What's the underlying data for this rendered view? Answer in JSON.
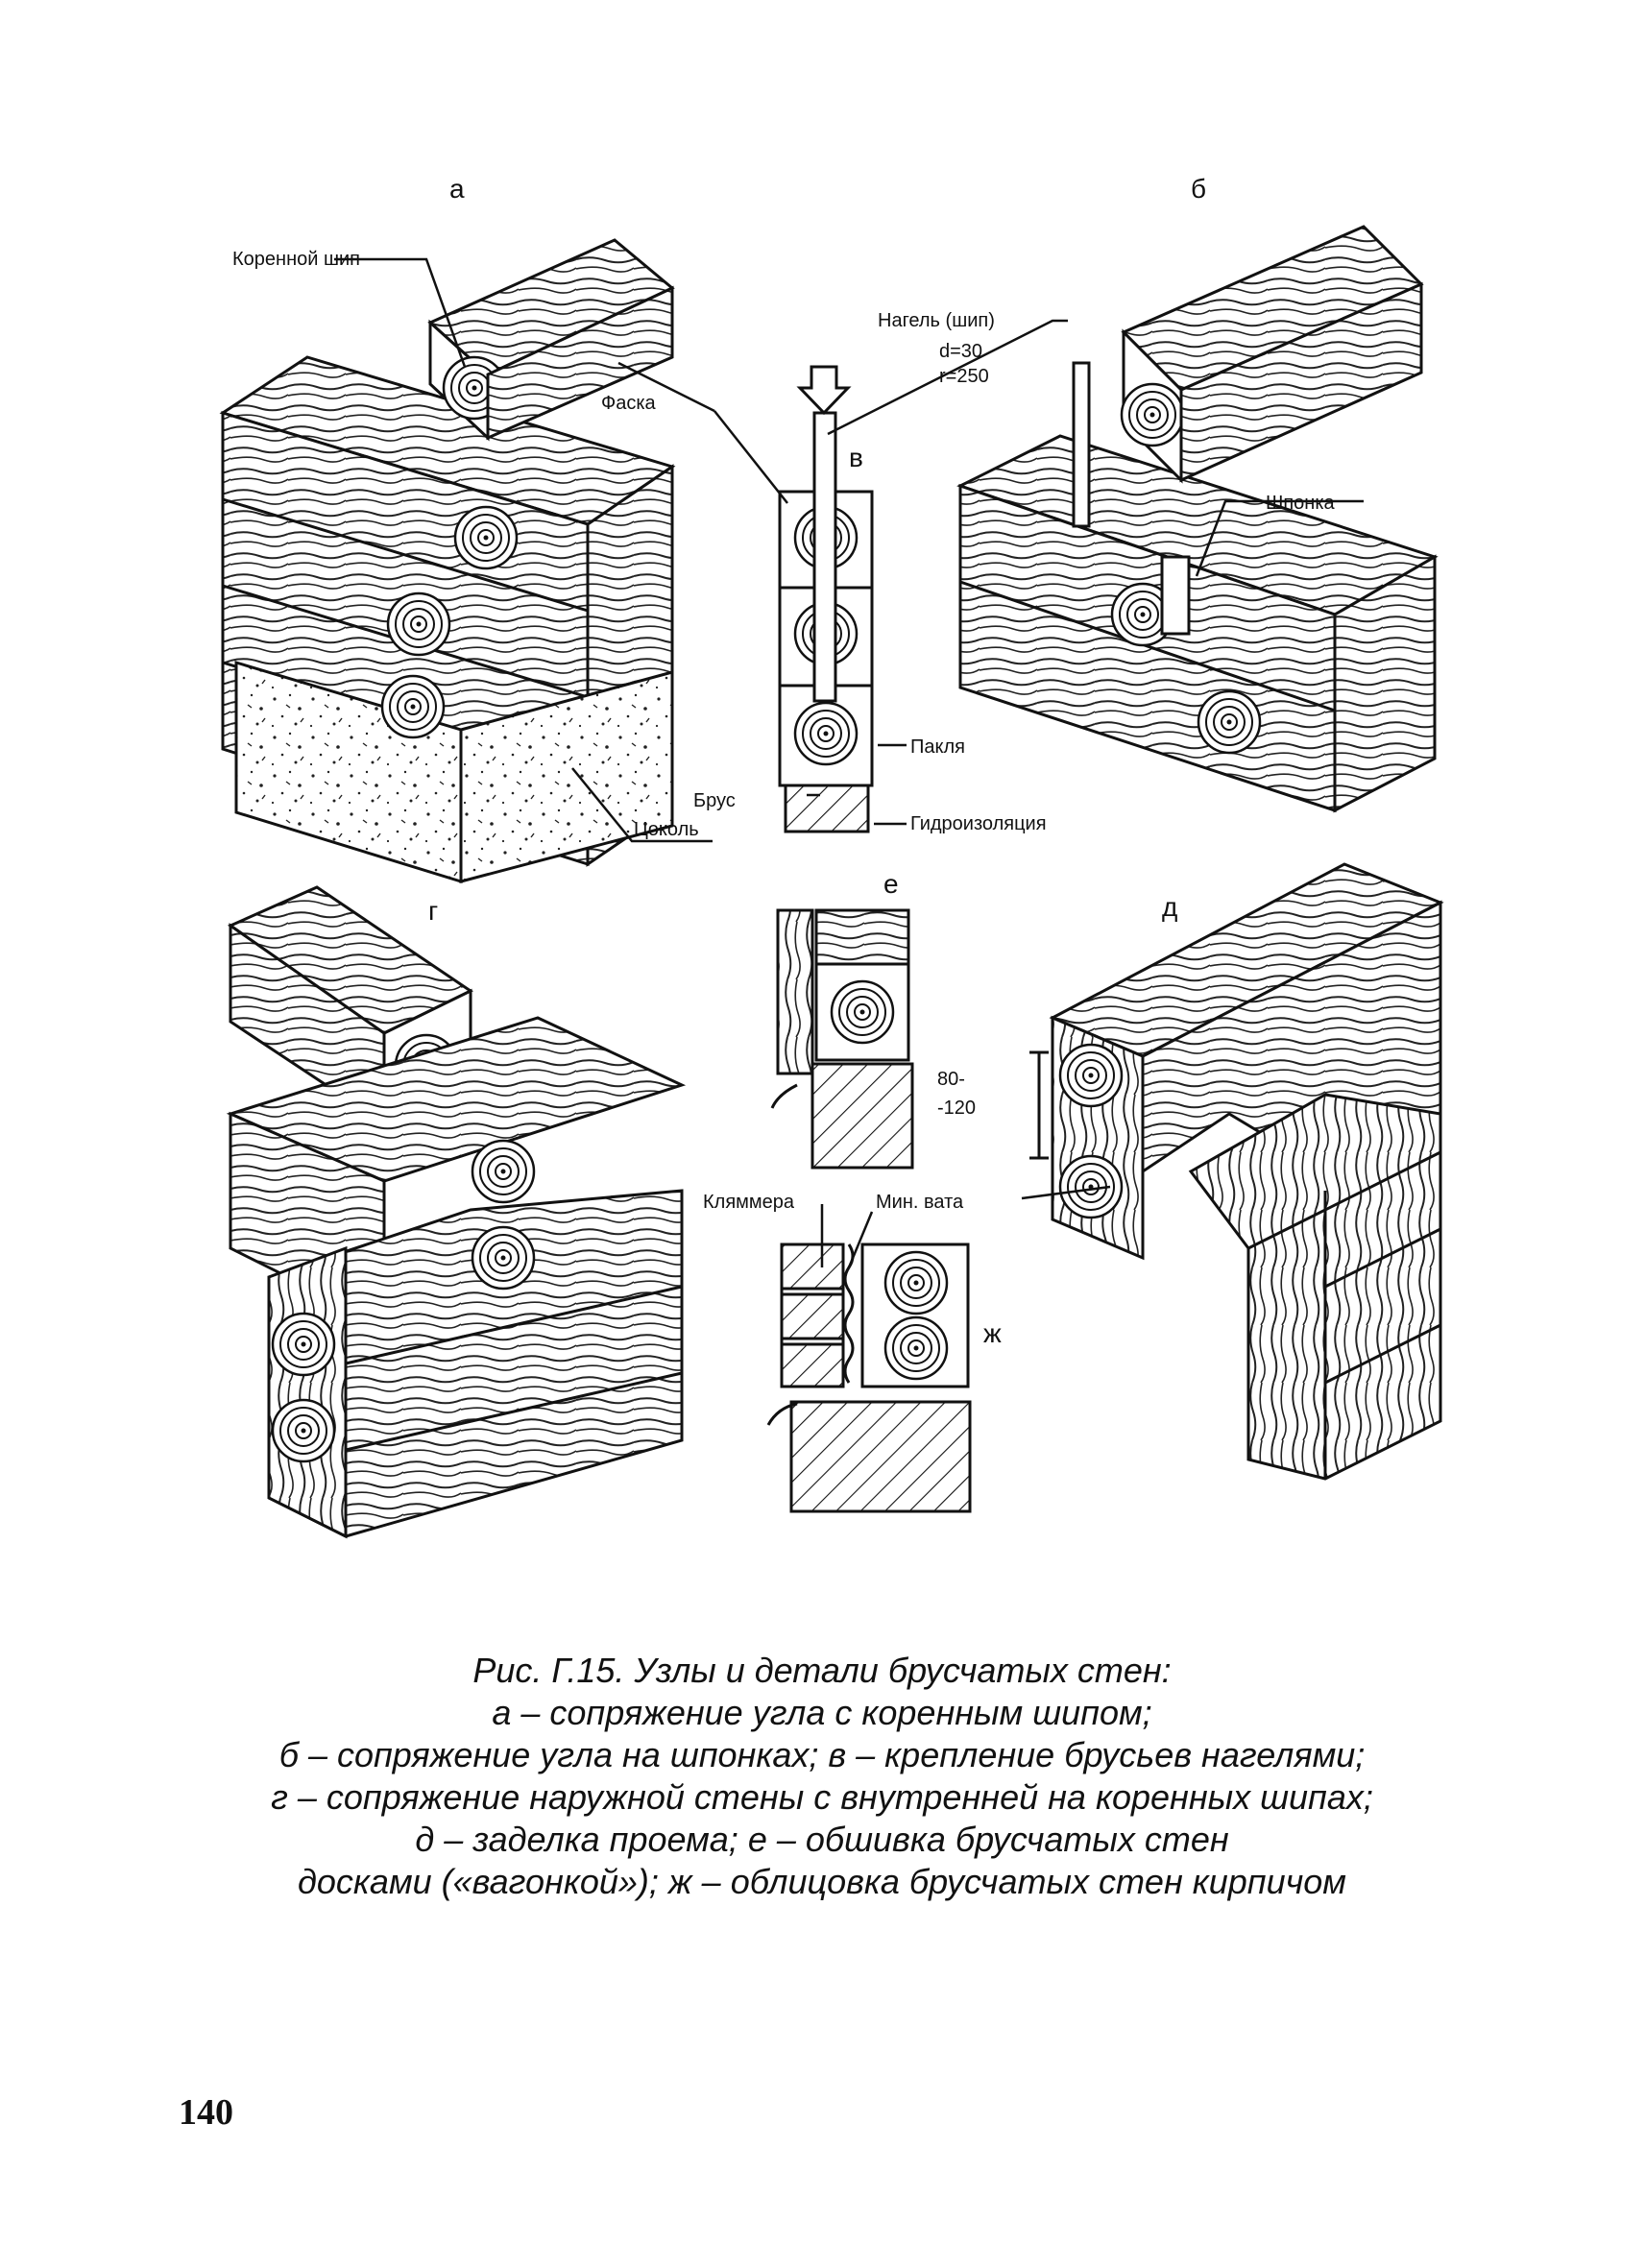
{
  "figure": {
    "panel_letters": {
      "a": "а",
      "b": "б",
      "v": "в",
      "g": "г",
      "d": "д",
      "e": "е",
      "zh": "ж"
    },
    "labels": {
      "korennoy_ship": "Коренной шип",
      "faska": "Фаска",
      "nagel": "Нагель (шип)",
      "nagel_d": "d=30",
      "nagel_r": "r=250",
      "shponka": "Шпонка",
      "paklya": "Пакля",
      "brus": "Брус",
      "tsokol": "Цоколь",
      "gidroizolyatsiya": "Гидроизоляция",
      "dim_80": "80-",
      "dim_120": "-120",
      "klyammera": "Кляммера",
      "min_vata": "Мин. вата"
    }
  },
  "caption": {
    "lines": [
      "Рис. Г.15. Узлы и детали брусчатых стен:",
      "а – сопряжение угла с коренным шипом;",
      "б – сопряжение угла на шпонках; в – крепление брусьев нагелями;",
      "г – сопряжение наружной стены с внутренней на коренных шипах;",
      "д – заделка проема; е – обшивка брусчатых стен",
      "досками («вагонкой»); ж – облицовка брусчатых стен кирпичом"
    ]
  },
  "page_number": "140"
}
